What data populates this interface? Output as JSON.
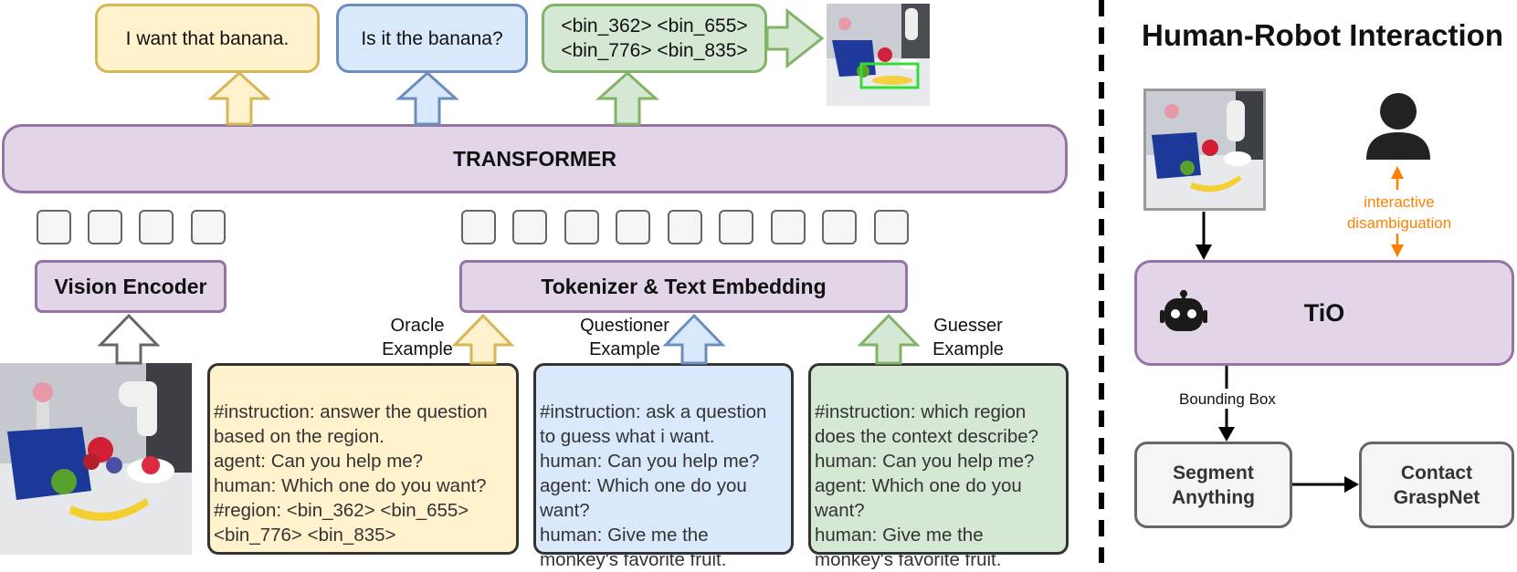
{
  "outputs": {
    "oracle": "I want that banana.",
    "questioner": "Is it the banana?",
    "guesser_line1": "<bin_362> <bin_655>",
    "guesser_line2": "<bin_776> <bin_835>"
  },
  "transformer_label": "TRANSFORMER",
  "vision_encoder_label": "Vision Encoder",
  "tokenizer_label": "Tokenizer & Text Embedding",
  "examples": {
    "oracle": {
      "title_line1": "Oracle",
      "title_line2": "Example",
      "text": "#instruction: answer the question\nbased on the region.\nagent: Can you help me?\nhuman: Which one do you want?\n#region: <bin_362> <bin_655>\n<bin_776> <bin_835>"
    },
    "questioner": {
      "title_line1": "Questioner",
      "title_line2": "Example",
      "text": "#instruction: ask a question\nto guess what i want.\nhuman: Can you help me?\nagent: Which one do you\nwant?\nhuman: Give me the\nmonkey's favorite fruit."
    },
    "guesser": {
      "title_line1": "Guesser",
      "title_line2": "Example",
      "text": "#instruction: which region\ndoes the context describe?\nhuman: Can you help me?\nagent: Which one do you\nwant?\nhuman: Give me the\nmonkey's favorite fruit."
    }
  },
  "hri": {
    "title": "Human-Robot Interaction",
    "tio_label": "TiO",
    "disambiguation_line1": "interactive",
    "disambiguation_line2": "disambiguation",
    "bbox_label": "Bounding Box",
    "segment_line1": "Segment",
    "segment_line2": "Anything",
    "contact_line1": "Contact",
    "contact_line2": "GraspNet"
  },
  "colors": {
    "yellow_fill": "#fff2cc",
    "yellow_stroke": "#d6b656",
    "blue_fill": "#dae8fc",
    "blue_stroke": "#6c8ebf",
    "green_fill": "#d5e8d4",
    "green_stroke": "#82b366",
    "purple_fill": "#e1d5e7",
    "purple_stroke": "#9673a6",
    "orange_accent": "#ff8000"
  },
  "icons": [
    "robot-icon",
    "person-icon",
    "scene-photo"
  ]
}
